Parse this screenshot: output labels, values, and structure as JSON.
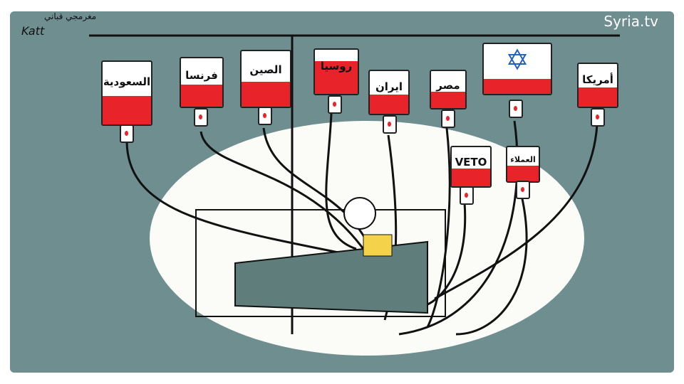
{
  "watermark": "Syria.tv",
  "artist_signature": "Katt",
  "artist_signature_arabic": "مغرمجي قباني",
  "iv_bags": [
    {
      "label": "السعودية"
    },
    {
      "label": "فرنسا"
    },
    {
      "label": "الصين"
    },
    {
      "label": "روسيا"
    },
    {
      "label": "ايران"
    },
    {
      "label": "مصر"
    },
    {
      "label": "✡"
    },
    {
      "label": "أمريكا"
    },
    {
      "label": "VETO"
    },
    {
      "label": "العملاء"
    }
  ],
  "colors": {
    "background": "#6e8e90",
    "blood": "#e8242a"
  }
}
